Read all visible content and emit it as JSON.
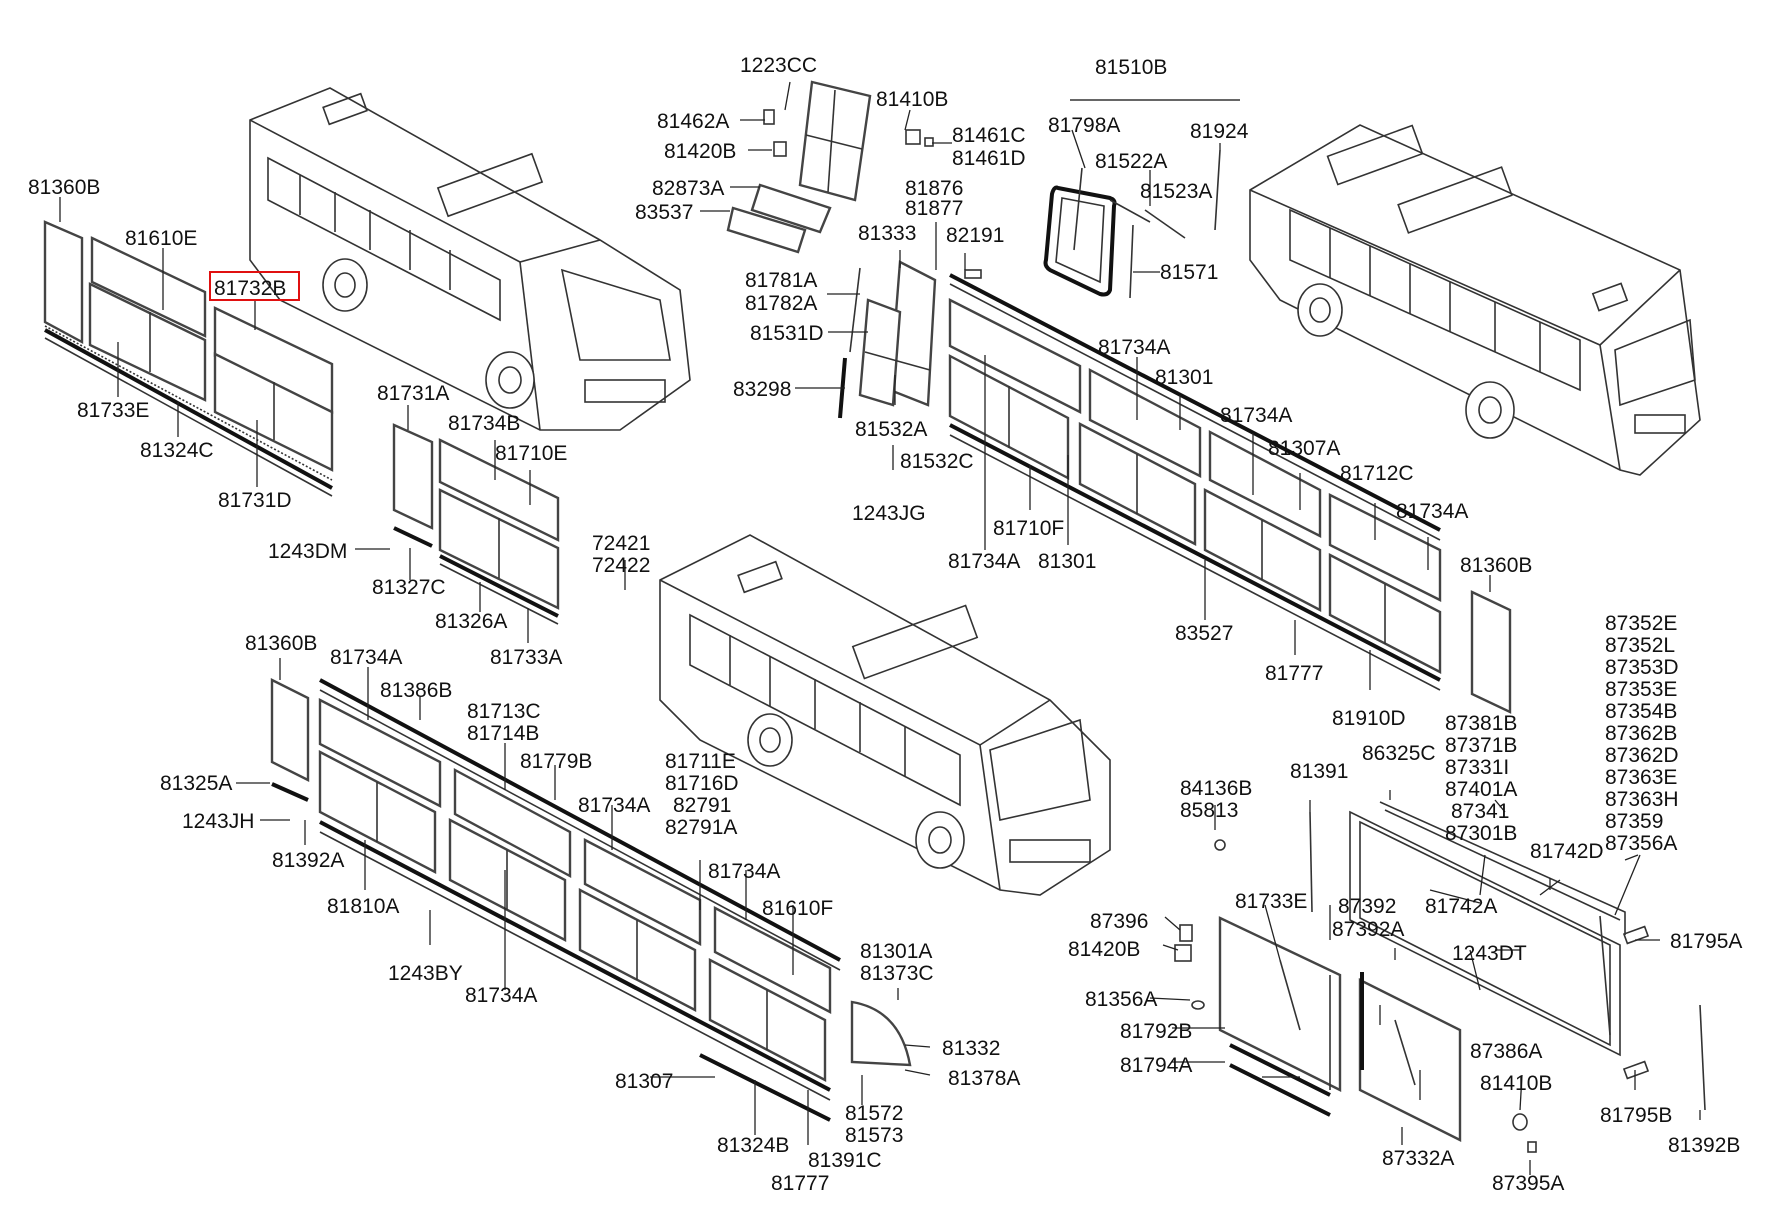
{
  "diagram": {
    "highlighted_part": "81732B",
    "labels": [
      "81360B",
      "81610E",
      "81732B",
      "81733E",
      "81324C",
      "81731D",
      "81731A",
      "81734B",
      "81710E",
      "1243DM",
      "81327C",
      "81326A",
      "81733A",
      "1223CC",
      "81462A",
      "81420B",
      "81410B",
      "81461C",
      "81461D",
      "82873A",
      "83537",
      "81876",
      "81877",
      "81333",
      "82191",
      "81781A",
      "81782A",
      "81531D",
      "83298",
      "81532A",
      "81532C",
      "1243JG",
      "81510B",
      "81798A",
      "81924",
      "81522A",
      "81523A",
      "81571",
      "81734A",
      "81301",
      "81734A",
      "81307A",
      "81712C",
      "81734A",
      "81710F",
      "81734A",
      "81301",
      "83527",
      "81777",
      "81910D",
      "81360B",
      "72421",
      "72422",
      "81360B",
      "81734A",
      "81386B",
      "81713C",
      "81714B",
      "81779B",
      "81711E",
      "81716D",
      "82791",
      "82791A",
      "81734A",
      "81325A",
      "1243JH",
      "81392A",
      "81810A",
      "81734A",
      "81610F",
      "1243BY",
      "81734A",
      "81301A",
      "81373C",
      "81332",
      "81307",
      "81378A",
      "81572",
      "81573",
      "81324B",
      "81391C",
      "81777",
      "87352E",
      "87352L",
      "87353D",
      "87353E",
      "87354B",
      "87362B",
      "87362D",
      "87363E",
      "87363H",
      "87359",
      "87356A",
      "81391",
      "86325C",
      "87381B",
      "87371B",
      "87331I",
      "87401A",
      "87341",
      "87301B",
      "84136B",
      "85813",
      "81742D",
      "87392",
      "87392A",
      "81742A",
      "87396",
      "81733E",
      "81420B",
      "1243DT",
      "81795A",
      "81356A",
      "81792B",
      "81794A",
      "87386A",
      "81410B",
      "81795B",
      "87332A",
      "87395A",
      "81392B"
    ]
  }
}
